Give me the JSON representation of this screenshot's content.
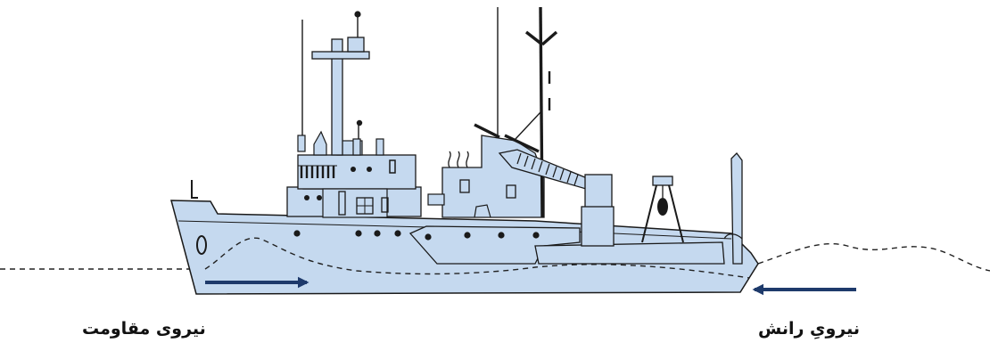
{
  "labels": {
    "resistance": "نیروی مقاومت",
    "thrust": "نیرویِ رانش"
  },
  "colors": {
    "hull_fill": "#c5d9ef",
    "outline": "#1a1a1a",
    "arrow": "#1e3a6b",
    "dashed_line": "#222222"
  },
  "arrows": [
    {
      "name": "resistance-force",
      "direction": "right"
    },
    {
      "name": "thrust-force",
      "direction": "left"
    }
  ]
}
